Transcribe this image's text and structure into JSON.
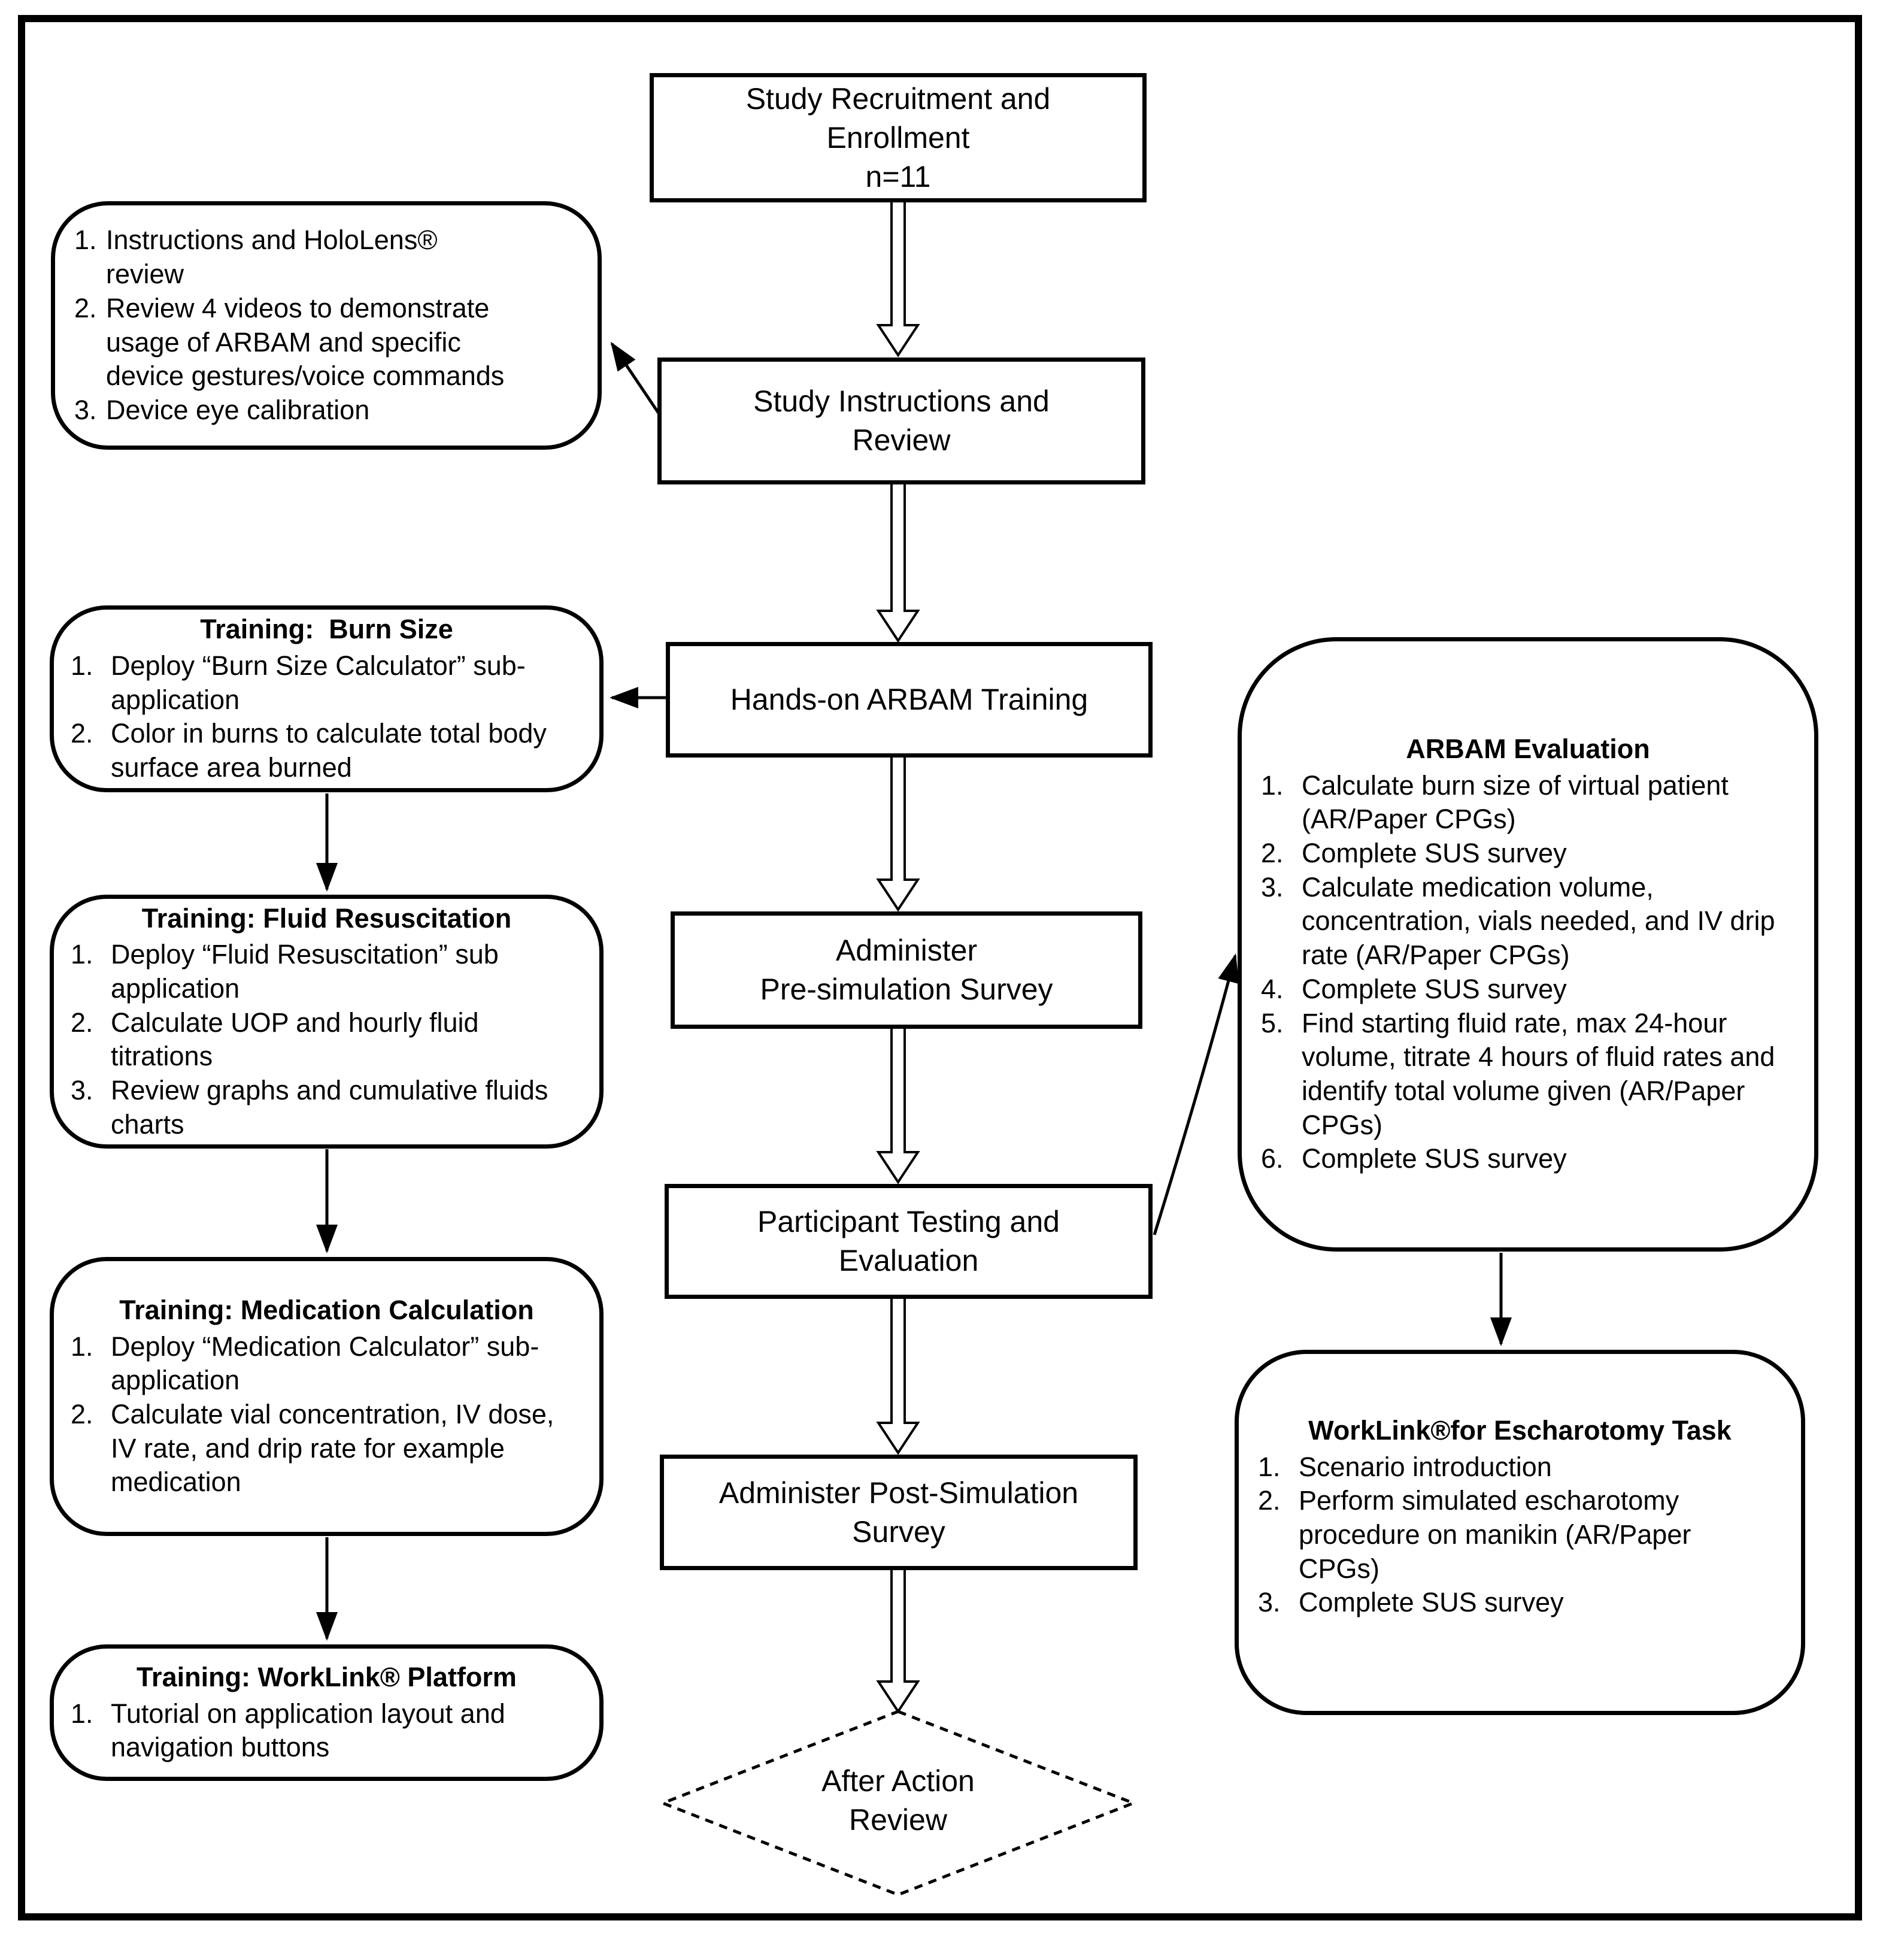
{
  "diagram": {
    "colors": {
      "line": "#000000",
      "background": "#ffffff"
    },
    "center_flow": {
      "recruitment": "Study Recruitment and\nEnrollment\nn=11",
      "instructions": "Study Instructions and\nReview",
      "handson": "Hands-on ARBAM Training",
      "presim": "Administer\nPre-simulation Survey",
      "testing": "Participant Testing and\nEvaluation",
      "postsim": "Administer Post-Simulation\nSurvey",
      "after_action": "After Action\nReview"
    },
    "left_column": {
      "prep": {
        "items": [
          "Instructions and HoloLens® review",
          "Review 4 videos to demonstrate usage of ARBAM and specific device gestures/voice commands",
          "Device eye calibration"
        ]
      },
      "burn": {
        "title": "Training:  Burn Size",
        "items": [
          "Deploy “Burn Size Calculator” sub-application",
          "Color in burns to calculate total body surface area burned"
        ]
      },
      "fluid": {
        "title": "Training: Fluid Resuscitation",
        "items": [
          "Deploy “Fluid Resuscitation” sub application",
          "Calculate UOP and hourly fluid titrations",
          "Review graphs and cumulative fluids charts"
        ]
      },
      "medication": {
        "title": "Training: Medication Calculation",
        "items": [
          "Deploy “Medication Calculator” sub-application",
          "Calculate vial concentration, IV dose, IV rate, and drip rate for example medication"
        ]
      },
      "worklink_training": {
        "title": "Training: WorkLink® Platform",
        "items": [
          "Tutorial on application layout and navigation buttons"
        ]
      }
    },
    "right_column": {
      "arbam_eval": {
        "title": "ARBAM Evaluation",
        "items": [
          "Calculate burn size of virtual patient (AR/Paper CPGs)",
          "Complete SUS survey",
          "Calculate medication volume, concentration, vials needed, and IV drip rate (AR/Paper CPGs)",
          "Complete SUS survey",
          "Find starting fluid rate, max 24-hour volume, titrate 4 hours of fluid rates and identify total volume given (AR/Paper CPGs)",
          "Complete SUS survey"
        ]
      },
      "worklink_task": {
        "title": "WorkLink®for Escharotomy Task",
        "items": [
          "Scenario introduction",
          "Perform simulated escharotomy procedure on manikin  (AR/Paper CPGs)",
          "Complete SUS survey"
        ]
      }
    }
  }
}
